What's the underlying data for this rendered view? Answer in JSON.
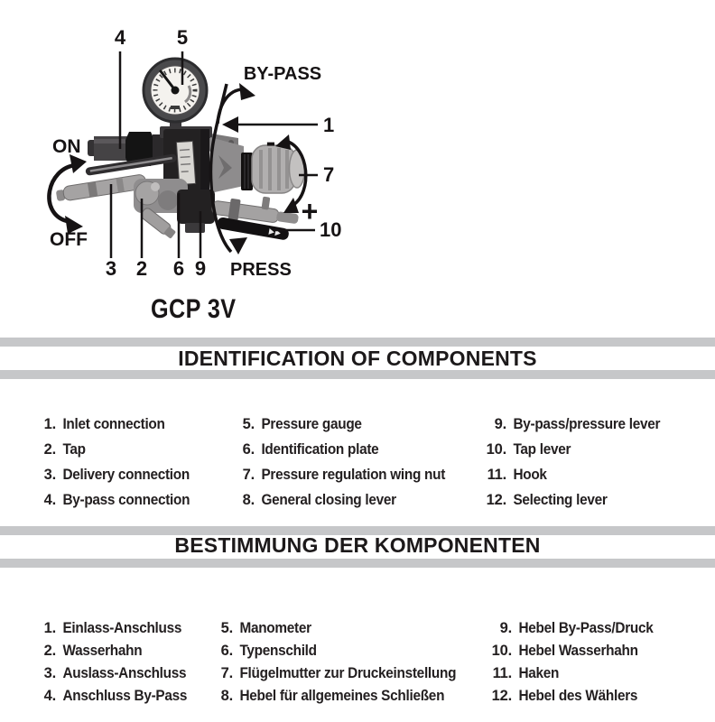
{
  "figure": {
    "model": "GCP 3V",
    "labels": {
      "bypass": "BY-PASS",
      "press": "PRESS",
      "on": "ON",
      "off": "OFF",
      "minus": "-",
      "plus": "+",
      "c1": "1",
      "c2": "2",
      "c3": "3",
      "c4": "4",
      "c5": "5",
      "c6": "6",
      "c7": "7",
      "c9": "9",
      "c10": "10"
    }
  },
  "sections": [
    {
      "title": "IDENTIFICATION OF COMPONENTS",
      "items": [
        {
          "num": "1.",
          "label": "Inlet connection"
        },
        {
          "num": "2.",
          "label": "Tap"
        },
        {
          "num": "3.",
          "label": "Delivery connection"
        },
        {
          "num": "4.",
          "label": "By-pass connection"
        },
        {
          "num": "5.",
          "label": "Pressure gauge"
        },
        {
          "num": "6.",
          "label": "Identification plate"
        },
        {
          "num": "7.",
          "label": "Pressure regulation wing nut"
        },
        {
          "num": "8.",
          "label": "General closing lever"
        },
        {
          "num": "9.",
          "label": "By-pass/pressure lever"
        },
        {
          "num": "10.",
          "label": "Tap lever"
        },
        {
          "num": "11.",
          "label": "Hook"
        },
        {
          "num": "12.",
          "label": "Selecting lever"
        }
      ]
    },
    {
      "title": "BESTIMMUNG DER KOMPONENTEN",
      "items": [
        {
          "num": "1.",
          "label": "Einlass-Anschluss"
        },
        {
          "num": "2.",
          "label": "Wasserhahn"
        },
        {
          "num": "3.",
          "label": "Auslass-Anschluss"
        },
        {
          "num": "4.",
          "label": "Anschluss By-Pass"
        },
        {
          "num": "5.",
          "label": "Manometer"
        },
        {
          "num": "6.",
          "label": "Typenschild"
        },
        {
          "num": "7.",
          "label": "Flügelmutter zur Druckeinstellung"
        },
        {
          "num": "8.",
          "label": "Hebel für allgemeines Schließen"
        },
        {
          "num": "9.",
          "label": "Hebel By-Pass/Druck"
        },
        {
          "num": "10.",
          "label": "Hebel Wasserhahn"
        },
        {
          "num": "11.",
          "label": "Haken"
        },
        {
          "num": "12.",
          "label": "Hebel des Wählers"
        }
      ]
    }
  ],
  "colors": {
    "band": "#c6c7c9",
    "text": "#231f20"
  }
}
